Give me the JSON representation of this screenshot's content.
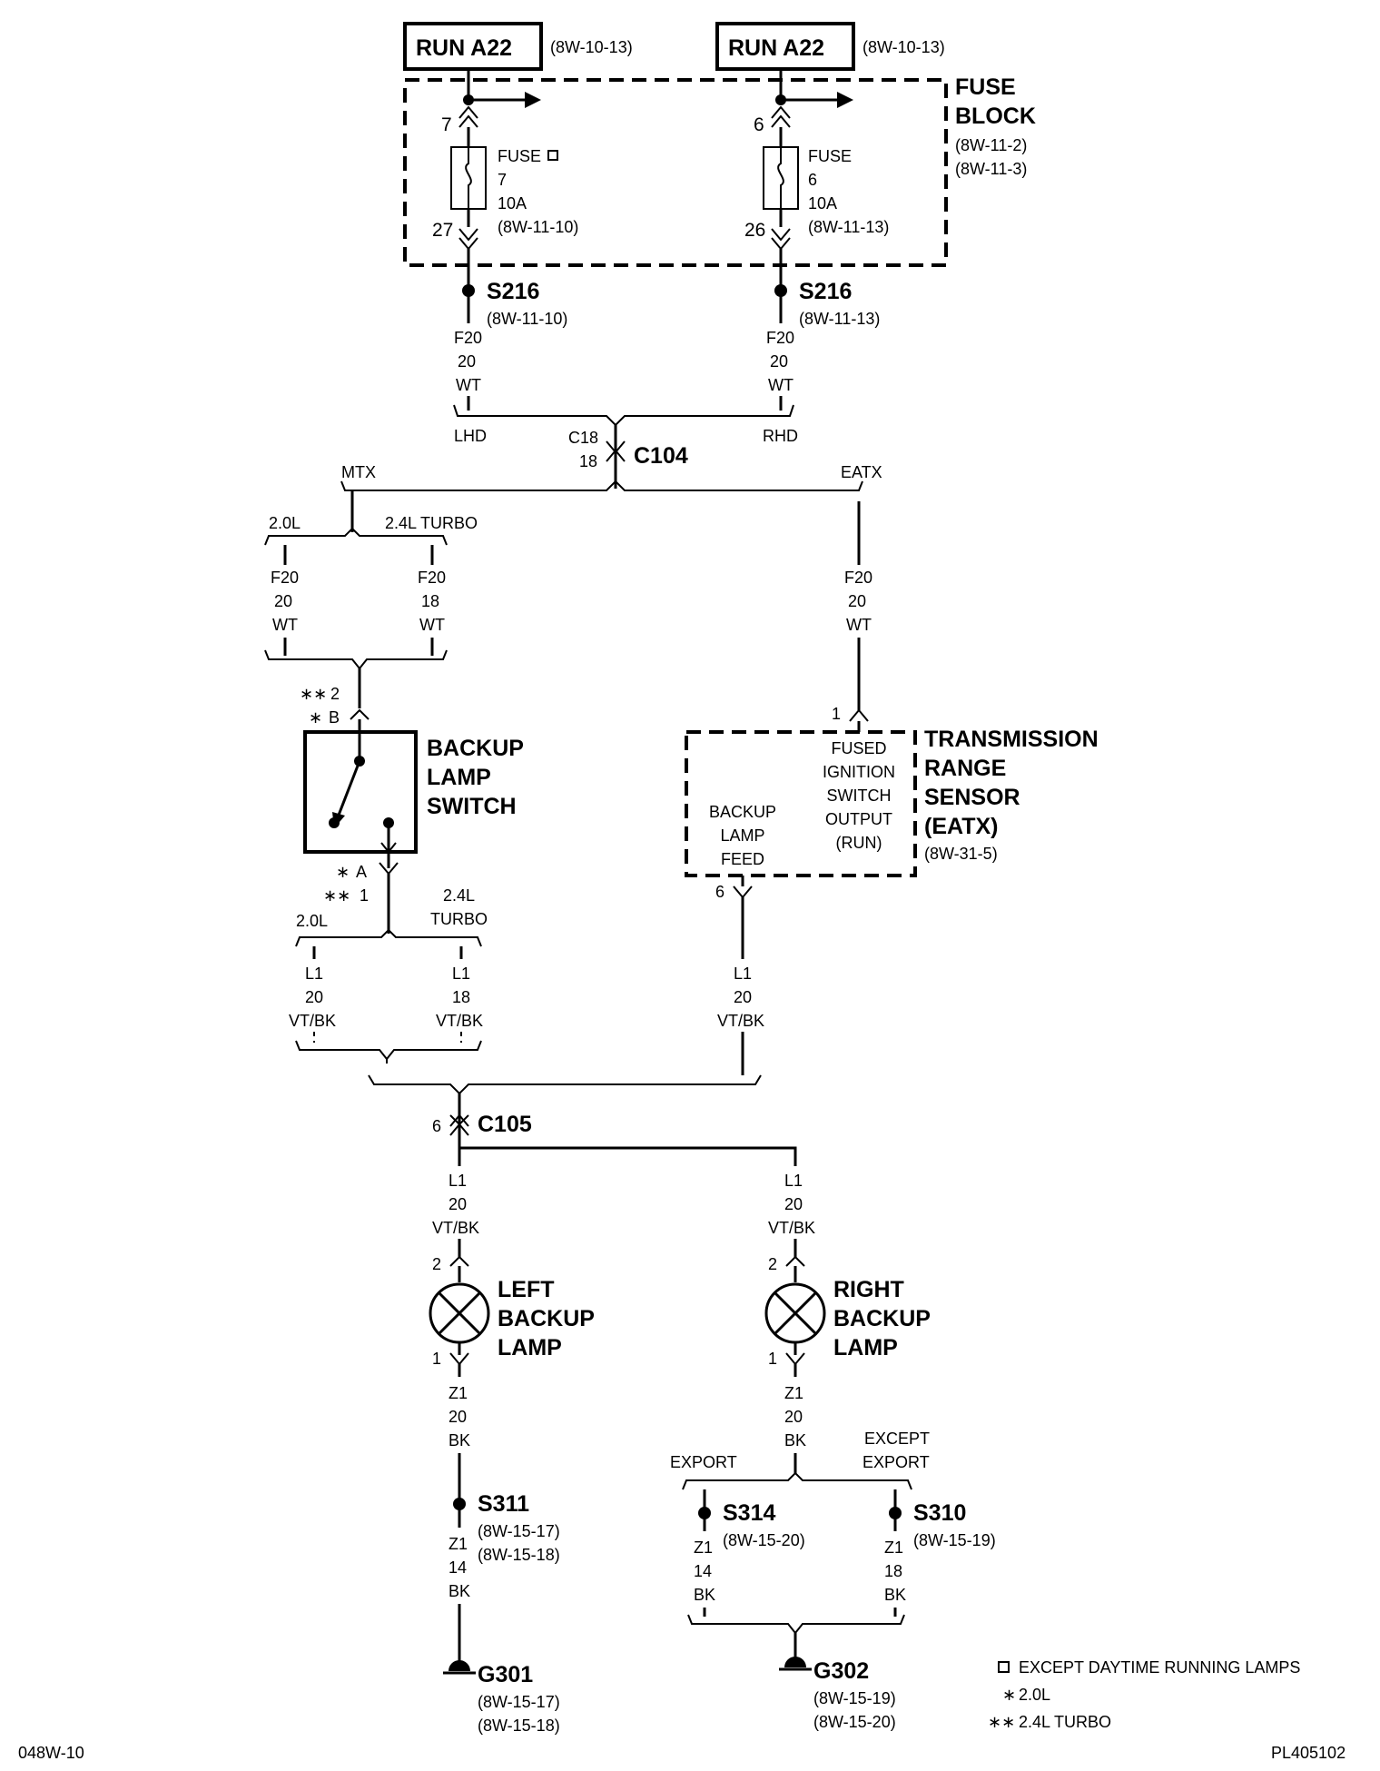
{
  "sources": [
    {
      "name": "RUN A22",
      "ref": "(8W-10-13)"
    },
    {
      "name": "RUN A22",
      "ref": "(8W-10-13)"
    }
  ],
  "fuse_block": {
    "label_l1": "FUSE",
    "label_l2": "BLOCK",
    "ref1": "(8W-11-2)",
    "ref2": "(8W-11-3)"
  },
  "fuses": [
    {
      "pin_in": "7",
      "pin_out": "27",
      "l1": "FUSE",
      "l2": "7",
      "l3": "10A",
      "ref": "(8W-11-10)"
    },
    {
      "pin_in": "6",
      "pin_out": "26",
      "l1": "FUSE",
      "l2": "6",
      "l3": "10A",
      "ref": "(8W-11-13)"
    }
  ],
  "splices_top": [
    {
      "name": "S216",
      "ref": "(8W-11-10)"
    },
    {
      "name": "S216",
      "ref": "(8W-11-13)"
    }
  ],
  "wires": {
    "f20_20_wt": [
      "F20",
      "20",
      "WT"
    ],
    "f20_18_wt": [
      "F20",
      "18",
      "WT"
    ],
    "l1_20_vtbk": [
      "L1",
      "20",
      "VT/BK"
    ],
    "l1_18_vtbk": [
      "L1",
      "18",
      "VT/BK"
    ],
    "z1_20_bk": [
      "Z1",
      "20",
      "BK"
    ],
    "z1_14_bk": [
      "Z1",
      "14",
      "BK"
    ],
    "z1_18_bk": [
      "Z1",
      "18",
      "BK"
    ]
  },
  "options": {
    "lhd": "LHD",
    "rhd": "RHD",
    "mtx": "MTX",
    "eatx": "EATX",
    "l20": "2.0L",
    "turbo": "2.4L TURBO",
    "turbo1": "2.4L",
    "turbo2": "TURBO",
    "export": "EXPORT",
    "except1": "EXCEPT",
    "except2": "EXPORT"
  },
  "c104": {
    "name": "C104",
    "pin_a": "C18",
    "pin_b": "18"
  },
  "c105": {
    "name": "C105",
    "pin": "6"
  },
  "backup_switch": {
    "l1": "BACKUP",
    "l2": "LAMP",
    "l3": "SWITCH",
    "pin_top_a": "2",
    "pin_top_b": "B",
    "pin_bot_a": "A",
    "pin_bot_b": "1"
  },
  "trs": {
    "l1": "TRANSMISSION",
    "l2": "RANGE",
    "l3": "SENSOR",
    "l4": "(EATX)",
    "ref": "(8W-31-5)",
    "pin_top": "1",
    "pin_bot": "6",
    "out_l1": "FUSED",
    "out_l2": "IGNITION",
    "out_l3": "SWITCH",
    "out_l4": "OUTPUT",
    "out_l5": "(RUN)",
    "feed_l1": "BACKUP",
    "feed_l2": "LAMP",
    "feed_l3": "FEED"
  },
  "lamps": [
    {
      "l1": "LEFT",
      "l2": "BACKUP",
      "l3": "LAMP",
      "pin_top": "2",
      "pin_bot": "1"
    },
    {
      "l1": "RIGHT",
      "l2": "BACKUP",
      "l3": "LAMP",
      "pin_top": "2",
      "pin_bot": "1"
    }
  ],
  "splices_bottom": [
    {
      "name": "S311",
      "ref1": "(8W-15-17)",
      "ref2": "(8W-15-18)"
    },
    {
      "name": "S314",
      "ref1": "(8W-15-20)"
    },
    {
      "name": "S310",
      "ref1": "(8W-15-19)"
    }
  ],
  "grounds": [
    {
      "name": "G301",
      "ref1": "(8W-15-17)",
      "ref2": "(8W-15-18)"
    },
    {
      "name": "G302",
      "ref1": "(8W-15-19)",
      "ref2": "(8W-15-20)"
    }
  ],
  "legend": {
    "sq_text": "EXCEPT DAYTIME RUNNING LAMPS",
    "star_sym": "∗",
    "star_text": "2.0L",
    "dstar_sym": "∗∗",
    "dstar_text": "2.4L TURBO"
  },
  "star": "∗",
  "dstar": "∗∗",
  "footer": {
    "left": "048W-10",
    "right": "PL405102"
  }
}
